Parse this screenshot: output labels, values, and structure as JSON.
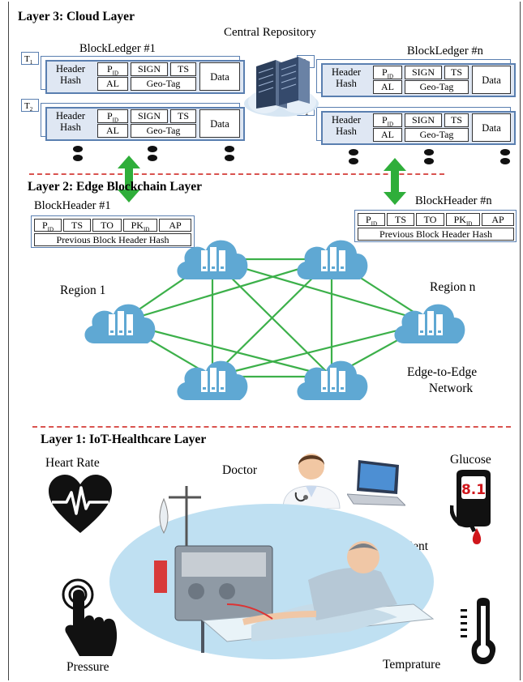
{
  "layers": {
    "cloud": "Layer 3: Cloud Layer",
    "edge": "Layer 2: Edge Blockchain Layer",
    "iot": "Layer 1: IoT-Healthcare Layer"
  },
  "cloud": {
    "central_repository": "Central Repository",
    "ledger_1_title": "BlockLedger #1",
    "ledger_n_title": "BlockLedger #n",
    "header_hash": "Header Hash",
    "fields": {
      "pid_main": "P",
      "pid_sub": "ID",
      "sign": "SIGN",
      "ts": "TS",
      "al": "AL",
      "geotag": "Geo-Tag",
      "data": "Data"
    },
    "t_labels": {
      "t1_main": "T",
      "t1_sub": "1",
      "t2_main": "T",
      "t2_sub": "2"
    }
  },
  "edge": {
    "header_1_title": "BlockHeader #1",
    "header_n_title": "BlockHeader #n",
    "fields": {
      "pid_main": "P",
      "pid_sub": "ID",
      "ts": "TS",
      "to": "TO",
      "pk_main": "PK",
      "pk_sub": "ID",
      "ap": "AP",
      "prev_hash": "Previous Block Header Hash"
    },
    "region_1": "Region 1",
    "region_n": "Region n",
    "network_line1": "Edge-to-Edge",
    "network_line2": "Network"
  },
  "iot": {
    "heart_rate": "Heart Rate",
    "doctor": "Doctor",
    "glucose": "Glucose",
    "glucose_reading": "8.1",
    "patient": "Patient",
    "pressure": "Pressure",
    "temperature": "Temprature"
  },
  "colors": {
    "cloud_node": "#5fa8d3",
    "mesh": "#3cb04a",
    "dash": "#d9534f",
    "ledger_border": "#5a7fb0",
    "ledger_fill": "#dfe7f3",
    "arrow": "#2fae3a"
  }
}
